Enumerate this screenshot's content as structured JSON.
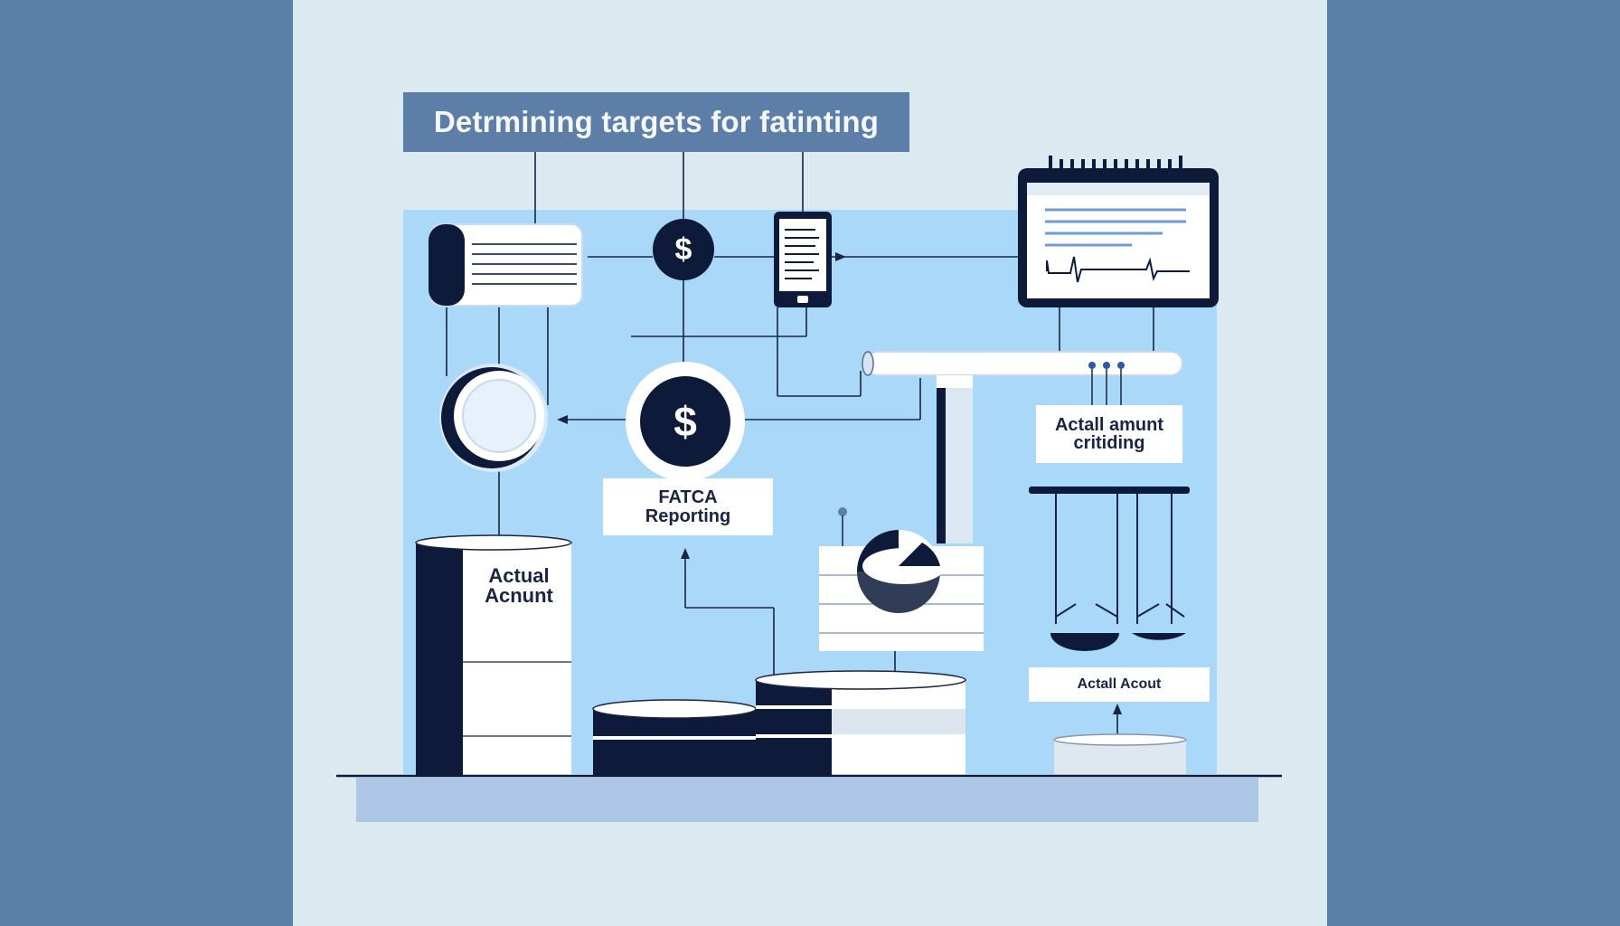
{
  "title": "Detrmining targets for fatinting",
  "labels": {
    "fatca_line1": "FATCA",
    "fatca_line2": "Reporting",
    "criteria_line1": "Actall amunt",
    "criteria_line2": "critiding",
    "actual_acount": "Actall Acout",
    "actual_line1": "Actual",
    "actual_line2": "Acnunt"
  },
  "icons": {
    "currency": "$",
    "names": [
      "scroll-icon",
      "dollar-coin-icon",
      "tablet-document-icon",
      "calendar-monitor-icon",
      "clock-icon",
      "pipe-icon",
      "balance-scale-icon",
      "pie-chart-icon",
      "coin-stack-icon",
      "cylinder-icon"
    ]
  },
  "colors": {
    "background": "#5a7fa8",
    "stage": "#dbe9f0",
    "panel": "#a9d8f8",
    "navy": "#0e1a3a",
    "title_box": "#5d7fa7"
  }
}
